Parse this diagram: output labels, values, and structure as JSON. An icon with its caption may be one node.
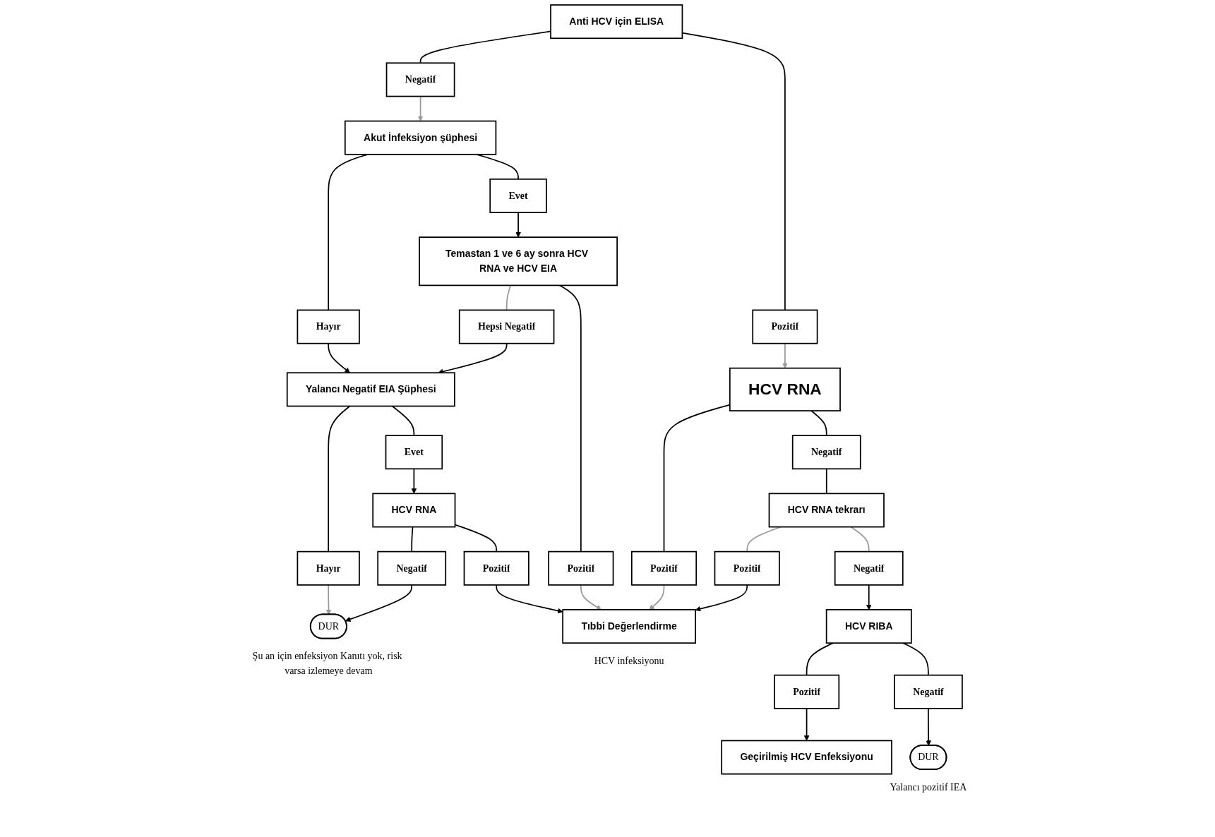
{
  "diagram": {
    "nodes": [
      {
        "text": [
          "Anti HCV için ELISA"
        ]
      },
      {
        "text": [
          "Negatif"
        ]
      },
      {
        "text": [
          "Akut İnfeksiyon şüphesi"
        ]
      },
      {
        "text": [
          "Hayır"
        ]
      },
      {
        "text": [
          "Evet"
        ]
      },
      {
        "text": [
          "Temastan 1 ve 6 ay sonra HCV RNA ve HCV EIA"
        ]
      },
      {
        "text": [
          "Hepsi Negatif"
        ]
      },
      {
        "text": [
          "Yalancı Negatif EIA Şüphesi"
        ]
      },
      {
        "text": [
          "Hayır"
        ]
      },
      {
        "text": [
          "Evet"
        ]
      },
      {
        "text": [
          "HCV RNA"
        ]
      },
      {
        "text": [
          "Negatif"
        ]
      },
      {
        "text": [
          "Pozitif"
        ]
      },
      {
        "text": [
          "Pozitif"
        ]
      },
      {
        "text": [
          "DUR"
        ],
        "beside": [
          "Şu an için enfeksiyon Kanıtı yok, risk varsa izlemeye devam"
        ]
      },
      {
        "text": [
          "Tıbbi Değerlendirme"
        ],
        "beside": [
          "HCV infeksiyonu"
        ]
      },
      {
        "text": [
          "Pozitif"
        ]
      },
      {
        "text": [
          "HCV RNA"
        ]
      },
      {
        "text": [
          "Pozitif"
        ]
      },
      {
        "text": [
          "Negatif"
        ]
      },
      {
        "text": [
          "HCV RNA tekrarı"
        ]
      },
      {
        "text": [
          "Pozitif"
        ]
      },
      {
        "text": [
          "Negatif"
        ]
      },
      {
        "text": [
          "HCV RIBA"
        ]
      },
      {
        "text": [
          "Pozitif"
        ]
      },
      {
        "text": [
          "Negatif"
        ]
      },
      {
        "text": [
          "Geçirilmiş HCV Enfeksiyonu"
        ]
      },
      {
        "text": [
          "DUR"
        ],
        "beside": [
          "Yalancı pozitif IEA"
        ]
      }
    ],
    "edges": [
      {
        "from": 0,
        "to": 1,
        "arrow": "none"
      },
      {
        "from": 1,
        "to": 2,
        "arrow": "to",
        "color": "#999999"
      },
      {
        "from": 2,
        "to": 3,
        "arrow": "none"
      },
      {
        "from": 2,
        "to": 4,
        "arrow": "none"
      },
      {
        "from": 4,
        "to": 5,
        "arrow": "to"
      },
      {
        "from": 5,
        "to": 6,
        "arrow": "none",
        "color": "#999999"
      },
      {
        "from": 6,
        "to": 7,
        "arrow": "to"
      },
      {
        "from": 3,
        "to": 7,
        "arrow": "to"
      },
      {
        "from": 7,
        "to": 8,
        "arrow": "none"
      },
      {
        "from": 7,
        "to": 9,
        "arrow": "none"
      },
      {
        "from": 9,
        "to": 10,
        "arrow": "to"
      },
      {
        "from": 10,
        "to": 11,
        "arrow": "none"
      },
      {
        "from": 10,
        "to": 12,
        "arrow": "none"
      },
      {
        "from": 8,
        "to": 14,
        "arrow": "to",
        "color": "#999999"
      },
      {
        "from": 11,
        "to": 14,
        "arrow": "to"
      },
      {
        "from": 5,
        "to": 13,
        "arrow": "none"
      },
      {
        "from": 13,
        "to": 15,
        "arrow": "to",
        "color": "#999999"
      },
      {
        "from": 12,
        "to": 15,
        "arrow": "to"
      },
      {
        "from": 0,
        "to": 16,
        "arrow": "none"
      },
      {
        "from": 16,
        "to": 17,
        "arrow": "to",
        "color": "#999999"
      },
      {
        "from": 17,
        "to": 18,
        "arrow": "none"
      },
      {
        "from": 17,
        "to": 19,
        "arrow": "none"
      },
      {
        "from": 18,
        "to": 15,
        "arrow": "to",
        "color": "#999999"
      },
      {
        "from": 19,
        "to": 20,
        "arrow": "none"
      },
      {
        "from": 20,
        "to": 21,
        "arrow": "none",
        "color": "#999999"
      },
      {
        "from": 21,
        "to": 15,
        "arrow": "to"
      },
      {
        "from": 20,
        "to": 22,
        "arrow": "none",
        "color": "#999999"
      },
      {
        "from": 22,
        "to": 23,
        "arrow": "to"
      },
      {
        "from": 23,
        "to": 24,
        "arrow": "none"
      },
      {
        "from": 23,
        "to": 25,
        "arrow": "none"
      },
      {
        "from": 24,
        "to": 26,
        "arrow": "to"
      },
      {
        "from": 25,
        "to": 27,
        "arrow": "to"
      }
    ]
  }
}
